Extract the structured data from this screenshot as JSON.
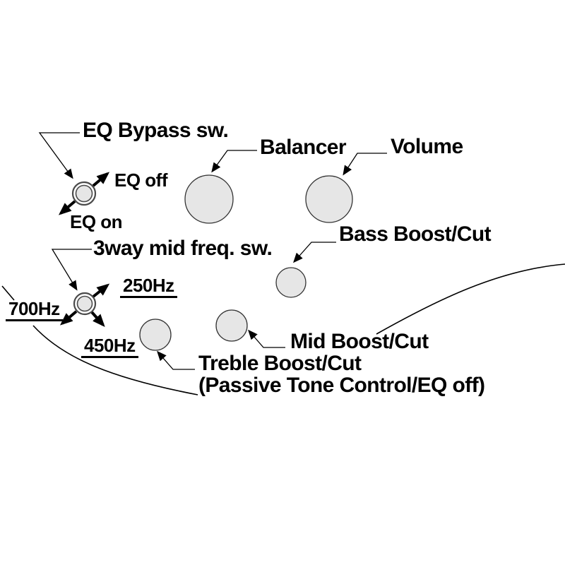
{
  "labels": {
    "eq_bypass_sw": "EQ Bypass sw.",
    "eq_off": "EQ off",
    "eq_on": "EQ on",
    "balancer": "Balancer",
    "volume": "Volume",
    "bass_boost_cut": "Bass Boost/Cut",
    "mid_freq_sw": "3way mid freq. sw.",
    "freq_250": "250Hz",
    "freq_700": "700Hz",
    "freq_450": "450Hz",
    "mid_boost_cut": "Mid Boost/Cut",
    "treble_boost_cut": "Treble Boost/Cut",
    "treble_note": "(Passive Tone Control/EQ off)"
  },
  "colors": {
    "background": "#ffffff",
    "knob_fill": "#e6e6e6",
    "knob_stroke": "#3a3a3a",
    "line": "#000000"
  }
}
